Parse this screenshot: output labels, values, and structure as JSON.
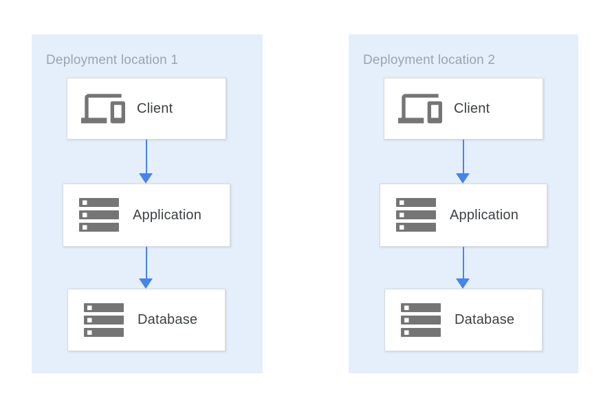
{
  "diagram": {
    "type": "architecture-flow",
    "colors": {
      "panel-bg": "#e5effb",
      "panel-label": "#9aa4b0",
      "arrow": "#4683ec",
      "icon-gray": "#757575",
      "node-border": "#d7d9dc",
      "node-text": "#3c4043"
    },
    "panels": [
      {
        "label": "Deployment location 1",
        "nodes": [
          {
            "label": "Client",
            "icon": "devices-icon"
          },
          {
            "label": "Application",
            "icon": "server-stack-icon"
          },
          {
            "label": "Database",
            "icon": "server-stack-icon"
          }
        ],
        "edges": [
          {
            "from": "Client",
            "to": "Application"
          },
          {
            "from": "Application",
            "to": "Database"
          }
        ]
      },
      {
        "label": "Deployment location 2",
        "nodes": [
          {
            "label": "Client",
            "icon": "devices-icon"
          },
          {
            "label": "Application",
            "icon": "server-stack-icon"
          },
          {
            "label": "Database",
            "icon": "server-stack-icon"
          }
        ],
        "edges": [
          {
            "from": "Client",
            "to": "Application"
          },
          {
            "from": "Application",
            "to": "Database"
          }
        ]
      }
    ]
  }
}
